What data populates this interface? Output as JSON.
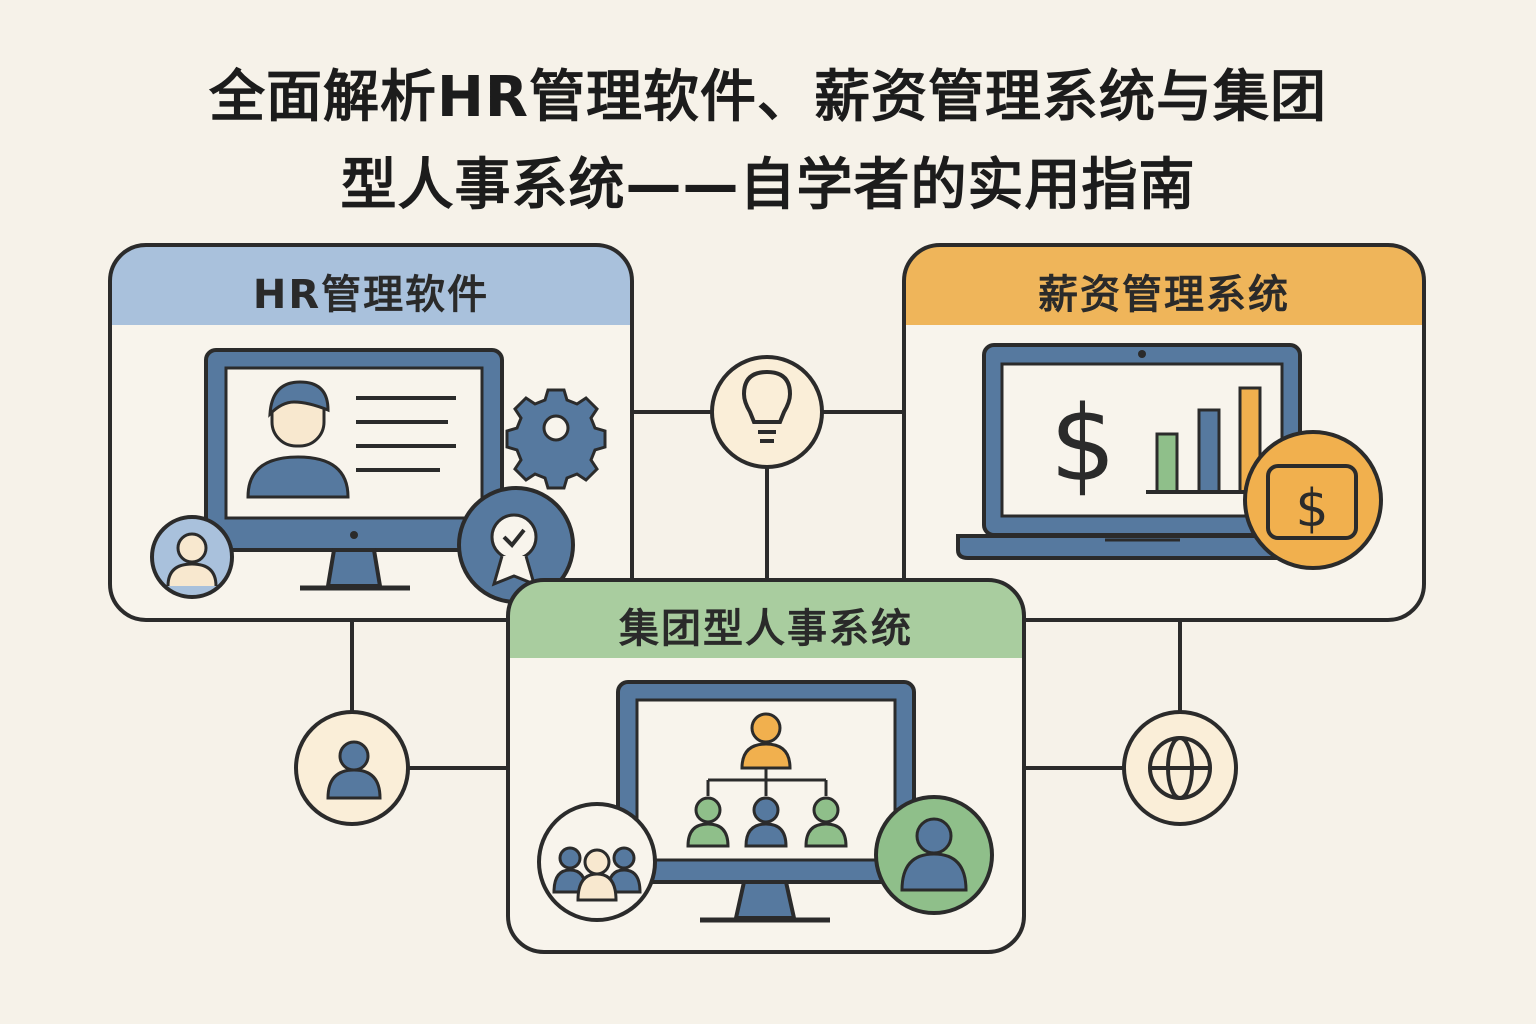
{
  "title": {
    "line1": "全面解析HR管理软件、薪资管理系统与集团",
    "line2": "型人事系统——自学者的实用指南"
  },
  "cards": {
    "hr": {
      "label": "HR管理软件"
    },
    "payroll": {
      "label": "薪资管理系统"
    },
    "group": {
      "label": "集团型人事系统"
    }
  },
  "colors": {
    "background": "#f6f2e9",
    "outline": "#2b2b2b",
    "blue_header": "#a9c1dc",
    "orange_header": "#efb55a",
    "green_header": "#a9cd9f",
    "device_blue": "#56799f",
    "accent_orange": "#f1b04e",
    "accent_green": "#8fbf8a",
    "node_fill": "#faeed8"
  },
  "icons": [
    "person-card-icon",
    "gear-icon",
    "user-icon",
    "badge-check-icon",
    "lightbulb-icon",
    "dollar-icon",
    "bar-chart-icon",
    "wallet-dollar-icon",
    "org-chart-icon",
    "team-icon",
    "globe-icon"
  ]
}
